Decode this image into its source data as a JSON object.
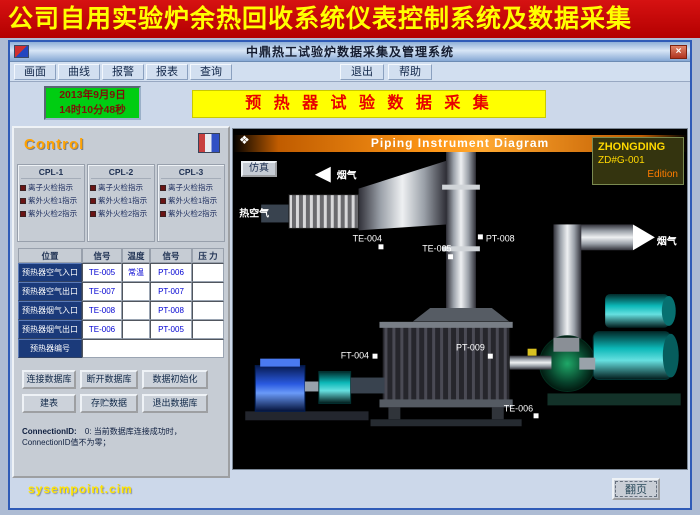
{
  "banner": {
    "title": "公司自用实验炉余热回收系统仪表控制系统及数据采集"
  },
  "window": {
    "title": "中鼎热工试验炉数据采集及管理系统",
    "close_label": "×"
  },
  "menu": {
    "items": [
      "画面",
      "曲线",
      "报警",
      "报表",
      "查询",
      "退出",
      "帮助"
    ]
  },
  "header": {
    "date_line1": "2013年9月9日",
    "date_line2": "14时10分48秒",
    "subtitle": "预 热 器 试 验 数 据 采 集"
  },
  "control": {
    "title": "Control",
    "groups": [
      {
        "name": "CPL-1",
        "items": [
          "离子火检指示",
          "紫外火检1指示",
          "紫外火检2指示"
        ]
      },
      {
        "name": "CPL-2",
        "items": [
          "离子火检指示",
          "紫外火检1指示",
          "紫外火检2指示"
        ]
      },
      {
        "name": "CPL-3",
        "items": [
          "离子火检指示",
          "紫外火检1指示",
          "紫外火检2指示"
        ]
      }
    ],
    "table": {
      "headers": [
        "位置",
        "信号",
        "温度",
        "信号",
        "压 力"
      ],
      "rows": [
        {
          "pos": "预热器空气入口",
          "sig1": "TE-005",
          "val1": "常温",
          "sig2": "PT-006",
          "val2": ""
        },
        {
          "pos": "预热器空气出口",
          "sig1": "TE-007",
          "val1": "",
          "sig2": "PT-007",
          "val2": ""
        },
        {
          "pos": "预热器烟气入口",
          "sig1": "TE-008",
          "val1": "",
          "sig2": "PT-008",
          "val2": ""
        },
        {
          "pos": "预热器烟气出口",
          "sig1": "TE-006",
          "val1": "",
          "sig2": "PT-005",
          "val2": ""
        }
      ],
      "footer_label": "预热器编号"
    },
    "db_buttons": [
      "连接数据库",
      "断开数据库",
      "数据初始化",
      "建表",
      "存贮数据",
      "退出数据库"
    ],
    "connection_label": "ConnectionID:",
    "connection_text": "0: 当前数据库连接成功时，ConnectionID值不为零；"
  },
  "diagram": {
    "title": "Piping  Instrument Diagram",
    "sim_button": "仿真",
    "brand": {
      "line1": "ZHONGDING",
      "line2": "ZD#G-001",
      "line3": "Edition"
    },
    "labels": {
      "flue_top": "烟气",
      "hot_air": "热空气",
      "flue_right": "烟气"
    },
    "tags": {
      "te004": "TE-004",
      "te005": "TE-005",
      "pt008": "PT-008",
      "ft004": "FT-004",
      "pt009": "PT-009",
      "te006": "TE-006"
    }
  },
  "footer": {
    "watermark": "sysempoint.cim",
    "page_button": "翻页"
  }
}
